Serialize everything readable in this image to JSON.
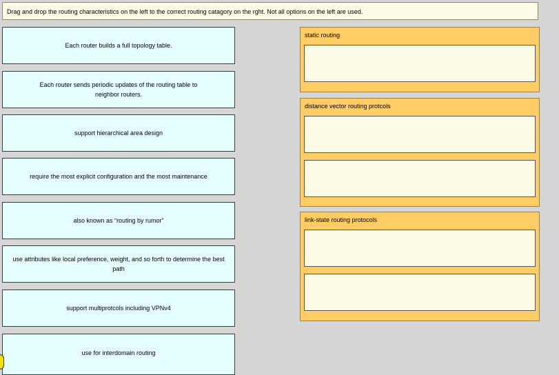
{
  "instruction": "Drag and drop the routing characteristics on the left to the correct routing catagory on the rght. Not all options on the left are used.",
  "options": [
    "Each router builds a full topology table.",
    "Each router sends periodic updates of the routing table to neighbor routers.",
    "support hierarchical area design",
    "require the most explicit configuration and the most maintenance",
    "also known as “routing by rumor”",
    "use attributes like local preference, weight, and so forth to determine the best path",
    "support multiprotcols including VPNv4",
    "use for interdomain routing"
  ],
  "categories": [
    {
      "title": "static routing",
      "slots": 1
    },
    {
      "title": "distance vector routing protcols",
      "slots": 2
    },
    {
      "title": "link-state routing protocols",
      "slots": 2
    }
  ],
  "colors": {
    "option_bg": "#e6ffff",
    "category_bg": "#ffcc66",
    "slot_bg": "#fdfbe6",
    "instruction_bg": "#fdfbe6",
    "page_bg": "#d6d6d6"
  }
}
